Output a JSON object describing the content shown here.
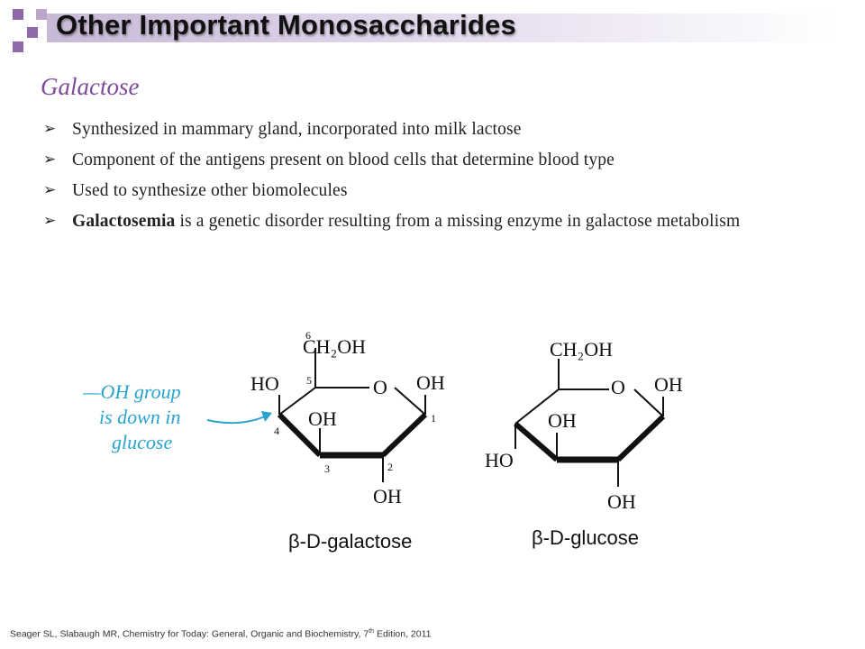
{
  "slide": {
    "title": "Other Important Monosaccharides",
    "subtitle": "Galactose",
    "bullets": [
      {
        "bold": "",
        "text": "Synthesized in mammary gland, incorporated into milk lactose"
      },
      {
        "bold": "",
        "text": "Component of the antigens present on blood cells that determine blood type"
      },
      {
        "bold": "",
        "text": "Used to synthesize other biomolecules"
      },
      {
        "bold": "Galactosemia",
        "text": " is a genetic disorder resulting from a missing enzyme in galactose metabolism"
      }
    ],
    "bullet_icon": "arrow-bullet-icon",
    "accent_color": "#7b4a9b",
    "annotation_color": "#2aa3d0"
  },
  "figure": {
    "annotation": {
      "line1": "—OH group",
      "line2": "is down in",
      "line3": "glucose"
    },
    "galactose": {
      "ch2oh": "CH₂OH",
      "ho": "HO",
      "o": "O",
      "oh_right": "OH",
      "oh_mid": "OH",
      "oh_bottom": "OH",
      "num6": "6",
      "num5": "5",
      "num4": "4",
      "num3": "3",
      "num2": "2",
      "num1": "1",
      "caption": "β-D-galactose"
    },
    "glucose": {
      "ch2oh": "CH₂OH",
      "o": "O",
      "oh_right": "OH",
      "oh_mid": "OH",
      "ho": "HO",
      "oh_bottom": "OH",
      "caption": "β-D-glucose"
    }
  },
  "citation": {
    "text": "Seager SL, Slabaugh MR, Chemistry for Today: General, Organic and Biochemistry, 7",
    "sup": "th",
    "tail": " Edition, 2011"
  }
}
